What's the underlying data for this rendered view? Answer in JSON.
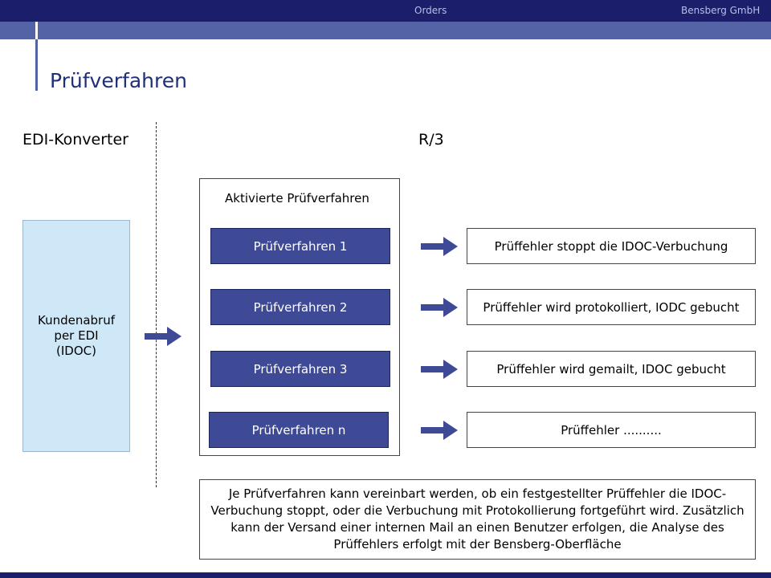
{
  "header": {
    "center_text": "Orders",
    "right_text": "Bensberg GmbH"
  },
  "slide": {
    "title": "Prüfverfahren"
  },
  "sections": {
    "left_label": "EDI-Konverter",
    "right_label": "R/3"
  },
  "source_box": {
    "line1": "Kundenabruf",
    "line2": "per EDI",
    "line3": "(IDOC)"
  },
  "procedures": {
    "title": "Aktivierte Prüfverfahren",
    "items": [
      {
        "label": "Prüfverfahren 1",
        "result": "Prüffehler stoppt die IDOC-Verbuchung"
      },
      {
        "label": "Prüfverfahren 2",
        "result": "Prüffehler wird protokolliert, IODC gebucht"
      },
      {
        "label": "Prüfverfahren 3",
        "result": "Prüffehler wird gemailt, IDOC gebucht"
      },
      {
        "label": "Prüfverfahren n",
        "result": "Prüffehler .........."
      }
    ]
  },
  "note": {
    "text": "Je Prüfverfahren kann vereinbart werden, ob ein festgestellter Prüffehler die IDOC-Verbuchung stoppt, oder die Verbuchung mit Protokollierung fortgeführt wird. Zusätzlich kann der Versand einer internen Mail an einen Benutzer erfolgen, die Analyse des Prüffehlers erfolgt mit der Bensberg-Oberfläche"
  },
  "colors": {
    "header_dark": "#1b1f6b",
    "header_light": "#5462a6",
    "button_fill": "#3f4a96",
    "source_fill": "#cfe8f8",
    "arrow_fill": "#3f4a96"
  }
}
